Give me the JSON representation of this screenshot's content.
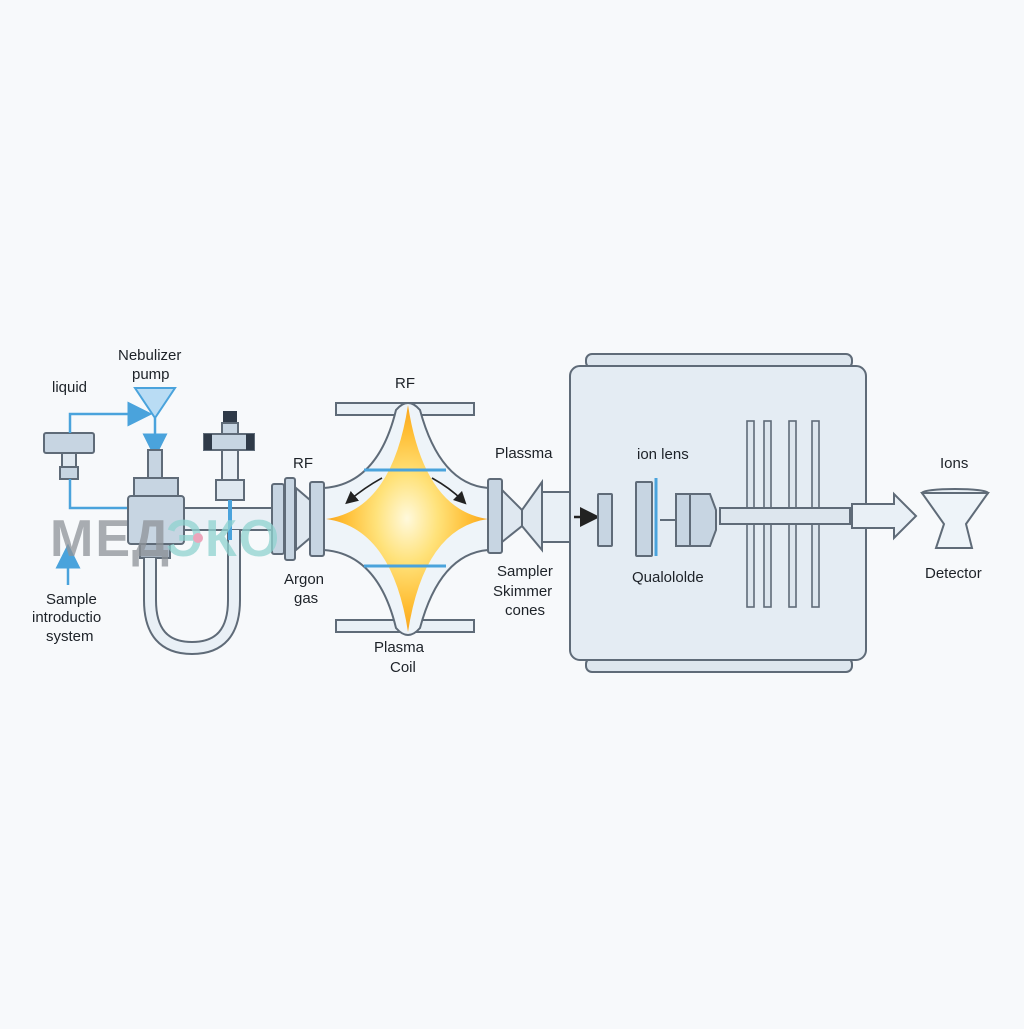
{
  "labels": {
    "liquid": "liquid",
    "nebulizer_pump": [
      "Nebulizer",
      "pump"
    ],
    "sample_introduction_system": [
      "Sample",
      "introductio",
      "system"
    ],
    "rf_left": "RF",
    "argon_gas": [
      "Argon",
      "gas"
    ],
    "rf_top": "RF",
    "plasma_coil": [
      "Plasma",
      "Coil"
    ],
    "plasma": "Plassma",
    "sampler_skimmer_cones": [
      "Sampler",
      "Skimmer",
      "cones"
    ],
    "ion_lens": "ion lens",
    "quadrupole": "Qualololde",
    "ions": "Ions",
    "detector": "Detector"
  },
  "watermark": {
    "left": "МЕД",
    "right": "ЭКО"
  },
  "colors": {
    "outline": "#5f6b78",
    "tube_fill": "#e9f0f6",
    "component_fill": "#c7d5e2",
    "chamber_fill": "#e4ecf3",
    "flow_blue": "#4aa3dc",
    "plasma_core": "#fff6c8",
    "plasma_mid": "#ffc93c",
    "plasma_edge": "#f59b16",
    "watermark_gray": "#8e9399",
    "watermark_teal": "#8fd3d0",
    "watermark_pink": "#e98aa6"
  },
  "icons": [
    "flow-arrow-icon",
    "output-arrow-icon",
    "detector-funnel-icon"
  ]
}
